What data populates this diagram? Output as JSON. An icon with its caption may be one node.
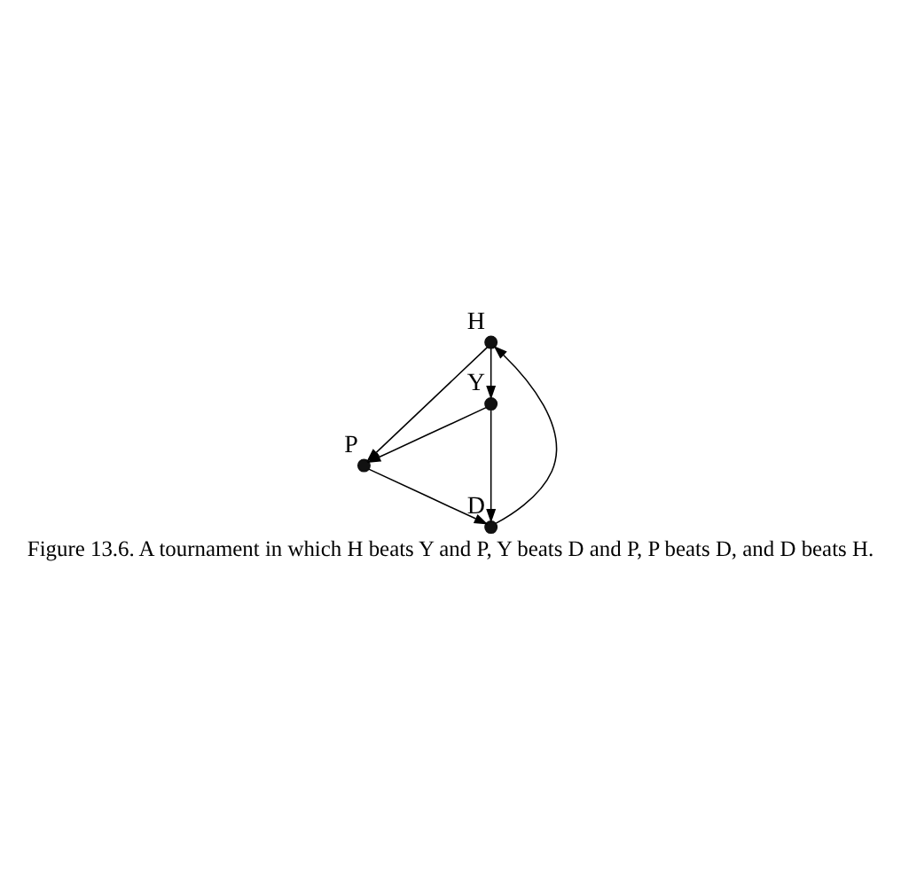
{
  "diagram": {
    "caption": "Figure 13.6. A tournament in which H beats Y and P, Y beats D and P, P beats D, and D beats H.",
    "nodes": [
      {
        "text": [],
        "shape": "circle",
        "beside": [
          "H"
        ]
      },
      {
        "text": [],
        "shape": "circle",
        "beside": [
          "Y"
        ]
      },
      {
        "text": [],
        "shape": "circle",
        "beside": [
          "P"
        ]
      },
      {
        "text": [],
        "shape": "circle",
        "beside": [
          "D"
        ]
      }
    ],
    "edges": [
      {
        "from": 0,
        "to": 1,
        "arrow": "to"
      },
      {
        "from": 0,
        "to": 2,
        "arrow": "to"
      },
      {
        "from": 1,
        "to": 2,
        "arrow": "to"
      },
      {
        "from": 1,
        "to": 3,
        "arrow": "to"
      },
      {
        "from": 2,
        "to": 3,
        "arrow": "to"
      },
      {
        "from": 3,
        "to": 0,
        "arrow": "to"
      }
    ]
  }
}
